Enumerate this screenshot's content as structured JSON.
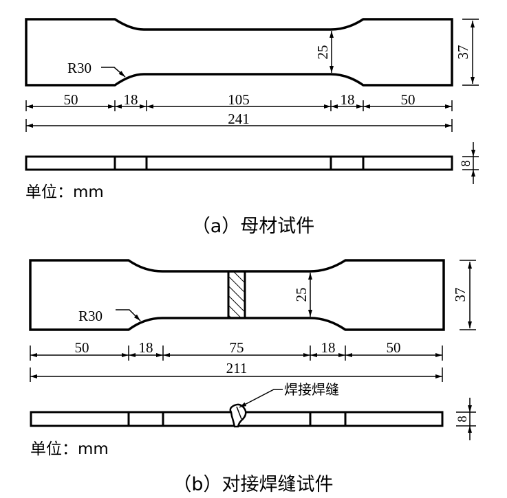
{
  "colors": {
    "ink": "#000000",
    "background": "#ffffff"
  },
  "panel_a": {
    "caption": "（a）母材试件",
    "radius_label": "R30",
    "width_gauge": "25",
    "width_grip": "37",
    "thickness": "8",
    "dims": [
      "50",
      "18",
      "105",
      "18",
      "50"
    ],
    "total_length": "241",
    "unit_label": "单位：mm"
  },
  "panel_b": {
    "caption": "（b）对接焊缝试件",
    "radius_label": "R30",
    "width_gauge": "25",
    "width_grip": "37",
    "thickness": "8",
    "dims": [
      "50",
      "18",
      "75",
      "18",
      "50"
    ],
    "total_length": "211",
    "weld_label": "焊接焊缝",
    "unit_label": "单位：mm"
  }
}
